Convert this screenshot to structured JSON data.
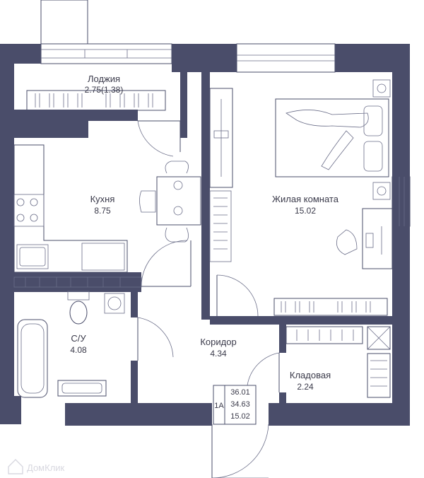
{
  "colors": {
    "wall": "#4a4d6a",
    "fixture": "#4a4d6a",
    "text": "#3a3a4a",
    "background": "#ffffff"
  },
  "rooms": {
    "loggia": {
      "name": "Лоджия",
      "area": "2.75(1.38)"
    },
    "kitchen": {
      "name": "Кухня",
      "area": "8.75"
    },
    "living": {
      "name": "Жилая комната",
      "area": "15.02"
    },
    "bathroom": {
      "name": "С/У",
      "area": "4.08"
    },
    "corridor": {
      "name": "Коридор",
      "area": "4.34"
    },
    "storage": {
      "name": "Кладовая",
      "area": "2.24"
    }
  },
  "summary": {
    "type": "1А",
    "total": "36.01",
    "without_loggia": "34.63",
    "living": "15.02"
  },
  "watermark": {
    "text": "ДомКлик",
    "icon": "house-icon"
  }
}
